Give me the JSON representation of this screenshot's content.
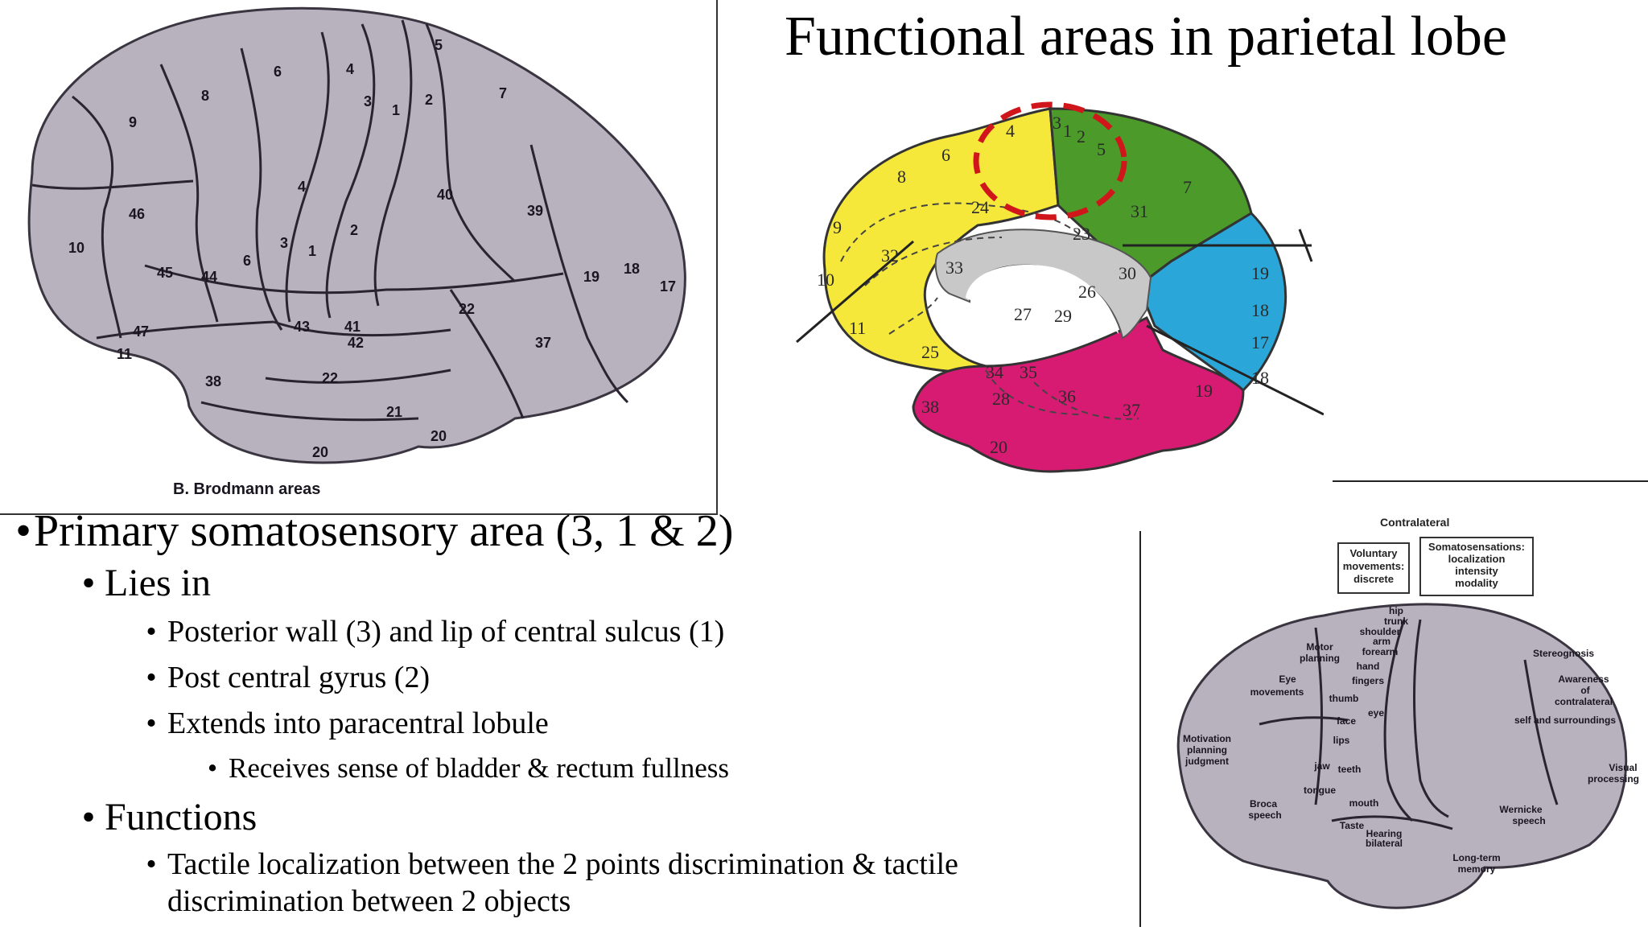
{
  "title": "Functional areas in parietal lobe",
  "lateral": {
    "caption": "B. Brodmann areas",
    "areas": [
      "9",
      "8",
      "6",
      "4",
      "3",
      "1",
      "2",
      "5",
      "7",
      "46",
      "10",
      "45",
      "44",
      "6",
      "4",
      "3",
      "1",
      "2",
      "40",
      "39",
      "19",
      "18",
      "17",
      "47",
      "11",
      "43",
      "41",
      "42",
      "22",
      "37",
      "38",
      "22",
      "21",
      "20",
      "20"
    ]
  },
  "medial": {
    "areas": [
      "4",
      "3",
      "1",
      "2",
      "5",
      "6",
      "8",
      "24",
      "31",
      "7",
      "9",
      "32",
      "33",
      "23",
      "19",
      "18",
      "17",
      "10",
      "26",
      "27",
      "29",
      "30",
      "11",
      "25",
      "34",
      "35",
      "28",
      "36",
      "38",
      "37",
      "19",
      "18",
      "20"
    ]
  },
  "functional": {
    "contralateral": "Contralateral",
    "box1": [
      "Voluntary",
      "movements:",
      "discrete"
    ],
    "box2": [
      "Somatosensations:",
      "localization",
      "intensity",
      "modality"
    ],
    "labels": [
      "Motor",
      "planning",
      "Eye",
      "movements",
      "Motivation",
      "planning",
      "judgment",
      "Broca",
      "speech",
      "hip",
      "trunk",
      "shoulder",
      "arm",
      "forearm",
      "hand",
      "fingers",
      "thumb",
      "face",
      "lips",
      "jaw",
      "tongue",
      "Stereognosis",
      "Awareness",
      "of",
      "contralateral",
      "self and surroundings",
      "Visual",
      "processing",
      "Wernicke",
      "speech",
      "Hearing",
      "bilateral",
      "Long-term",
      "memory",
      "Taste",
      "eye",
      "teeth",
      "mouth"
    ]
  },
  "bullets": [
    {
      "bullet": "•",
      "text": "Primary somatosensory area (3, 1 & 2)"
    },
    {
      "bullet": "•",
      "text": "Lies in"
    },
    {
      "bullet": "•",
      "text": "Posterior wall (3) and lip of central sulcus (1)"
    },
    {
      "bullet": "•",
      "text": "Post central gyrus (2)"
    },
    {
      "bullet": "•",
      "text": "Extends into paracentral lobule"
    },
    {
      "bullet": "•",
      "text": "Receives sense of bladder & rectum fullness"
    },
    {
      "bullet": "•",
      "text": "Functions"
    },
    {
      "bullet": "•",
      "text": "Tactile localization between the 2 points discrimination & tactile"
    },
    {
      "bullet": "",
      "text": "discrimination between 2 objects"
    }
  ],
  "colors": {
    "frontal": "#f5e83a",
    "parietal": "#4c9a2a",
    "occipital": "#2aa7d8",
    "temporal": "#d81b72",
    "callosum": "#c8c8c8",
    "brain_gray": "#b7b2bd",
    "highlight": "#d0161b"
  }
}
